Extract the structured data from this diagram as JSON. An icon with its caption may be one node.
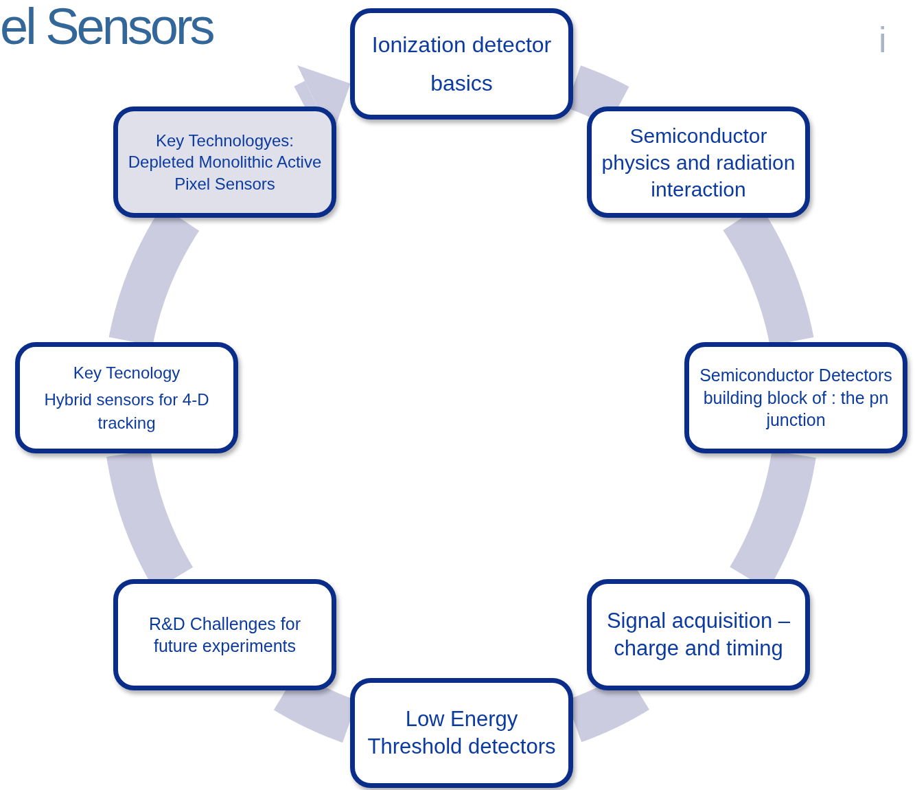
{
  "diagram": {
    "title": "el Sensors",
    "nodes": [
      {
        "text": [
          "Ionization detector basics"
        ]
      },
      {
        "text": [
          "Semiconductor physics and radiation interaction"
        ]
      },
      {
        "text": [
          "Semiconductor Detectors building block of : the pn junction"
        ]
      },
      {
        "text": [
          "Signal acquisition – charge and timing"
        ]
      },
      {
        "text": [
          "Low Energy Threshold detectors"
        ]
      },
      {
        "text": [
          "R&D Challenges for future experiments"
        ]
      },
      {
        "text": [
          "Key Tecnology",
          "Hybrid sensors for 4-D tracking"
        ]
      },
      {
        "text": [
          "Key Technologyes: Depleted Monolithic Active Pixel Sensors"
        ]
      }
    ],
    "edges": [
      {
        "from": 0,
        "to": 1,
        "arrow": "none"
      },
      {
        "from": 1,
        "to": 2,
        "arrow": "none"
      },
      {
        "from": 2,
        "to": 3,
        "arrow": "none"
      },
      {
        "from": 3,
        "to": 4,
        "arrow": "none"
      },
      {
        "from": 4,
        "to": 5,
        "arrow": "none"
      },
      {
        "from": 5,
        "to": 6,
        "arrow": "none"
      },
      {
        "from": 6,
        "to": 7,
        "arrow": "none"
      },
      {
        "from": 7,
        "to": 0,
        "arrow": "to"
      }
    ],
    "labels": [
      "i"
    ]
  }
}
